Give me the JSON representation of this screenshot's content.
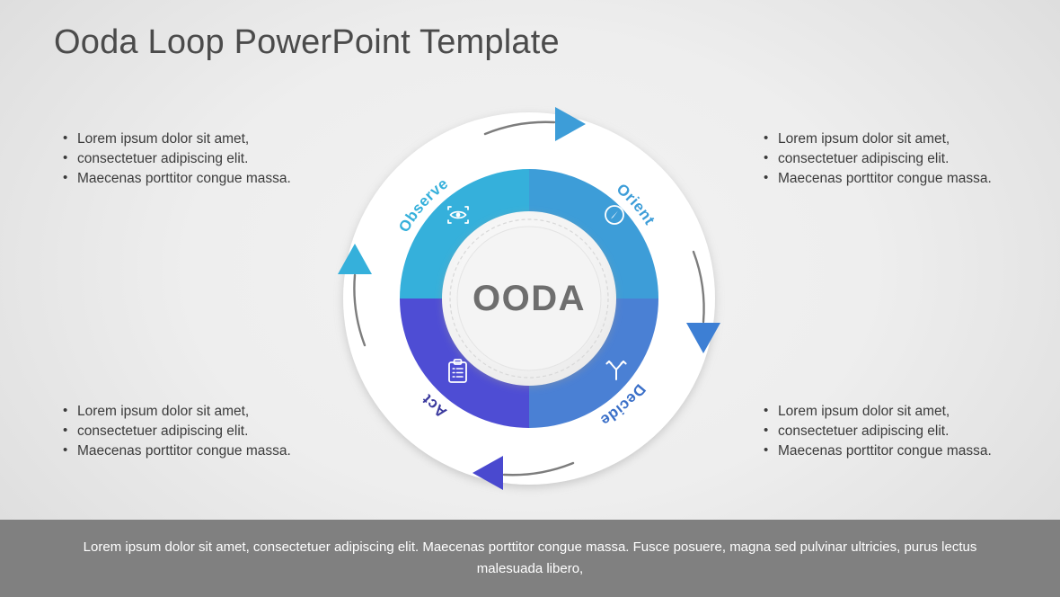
{
  "slide": {
    "title": "Ooda Loop PowerPoint Template",
    "background_color": "#eaeaea",
    "title_color": "#4b4b4b"
  },
  "bullet_blocks": [
    {
      "id": "top-left",
      "items": [
        "Lorem ipsum dolor sit amet,",
        "consectetuer adipiscing elit.",
        "Maecenas porttitor congue massa."
      ]
    },
    {
      "id": "bottom-left",
      "items": [
        "Lorem ipsum dolor sit amet,",
        "consectetuer adipiscing elit.",
        "Maecenas porttitor congue massa."
      ]
    },
    {
      "id": "top-right",
      "items": [
        "Lorem ipsum dolor sit amet,",
        "consectetuer adipiscing elit.",
        "Maecenas porttitor congue massa."
      ]
    },
    {
      "id": "bottom-right",
      "items": [
        "Lorem ipsum dolor sit amet,",
        "consectetuer adipiscing elit.",
        "Maecenas porttitor congue massa."
      ]
    }
  ],
  "diagram": {
    "type": "cycle-wheel",
    "center_text": "OODA",
    "center_text_color": "#6e6e6e",
    "ring_color": "#ffffff",
    "quadrants": [
      {
        "label": "Observe",
        "position": "top-left",
        "color": "#35b0db",
        "label_color": "#35b0db",
        "icon": "eye-scan-icon"
      },
      {
        "label": "Orient",
        "position": "top-right",
        "color": "#3d9dd8",
        "label_color": "#3d9dd8",
        "icon": "compass-icon"
      },
      {
        "label": "Decide",
        "position": "bottom-right",
        "color": "#4a80d4",
        "label_color": "#3a6fc8",
        "icon": "fork-branch-icon"
      },
      {
        "label": "Act",
        "position": "bottom-left",
        "color": "#4e4dd4",
        "label_color": "#3b3a9e",
        "icon": "clipboard-icon"
      }
    ],
    "arrows": [
      {
        "id": "top-arrow",
        "direction": "right",
        "color": "#3d9dd8"
      },
      {
        "id": "right-arrow",
        "direction": "down",
        "color": "#3d7fd4"
      },
      {
        "id": "bottom-arrow",
        "direction": "left",
        "color": "#4a49cf"
      },
      {
        "id": "left-arrow",
        "direction": "up",
        "color": "#35b0db"
      }
    ]
  },
  "footer": {
    "text": "Lorem ipsum dolor sit amet, consectetuer adipiscing elit. Maecenas porttitor congue massa. Fusce posuere, magna sed pulvinar ultricies, purus lectus malesuada libero,",
    "background_color": "#808080",
    "text_color": "#ffffff"
  }
}
